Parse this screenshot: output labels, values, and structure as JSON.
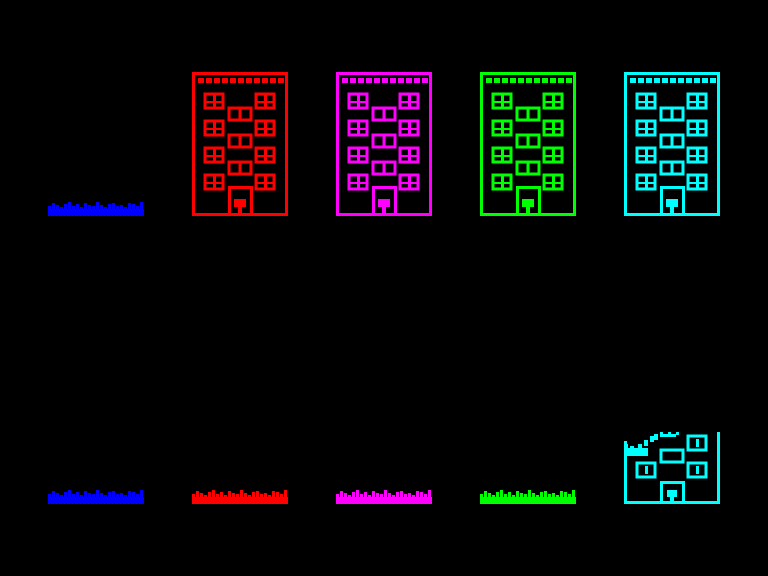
{
  "scene": {
    "background": "#000000",
    "buildings": [
      {
        "name": "red-building",
        "color": "#ff0000",
        "state": "intact"
      },
      {
        "name": "magenta-building",
        "color": "#ff00ff",
        "state": "intact"
      },
      {
        "name": "green-building",
        "color": "#00ff00",
        "state": "intact"
      },
      {
        "name": "cyan-building",
        "color": "#00ffff",
        "state": "intact"
      },
      {
        "name": "cyan-building-damaged",
        "color": "#00ffff",
        "state": "damaged"
      }
    ],
    "rubble": [
      {
        "name": "rubble-blue-top",
        "color": "#0000ff"
      },
      {
        "name": "rubble-blue",
        "color": "#0000ff"
      },
      {
        "name": "rubble-red",
        "color": "#ff0000"
      },
      {
        "name": "rubble-magenta",
        "color": "#ff00ff"
      },
      {
        "name": "rubble-green",
        "color": "#00ff00"
      }
    ]
  }
}
